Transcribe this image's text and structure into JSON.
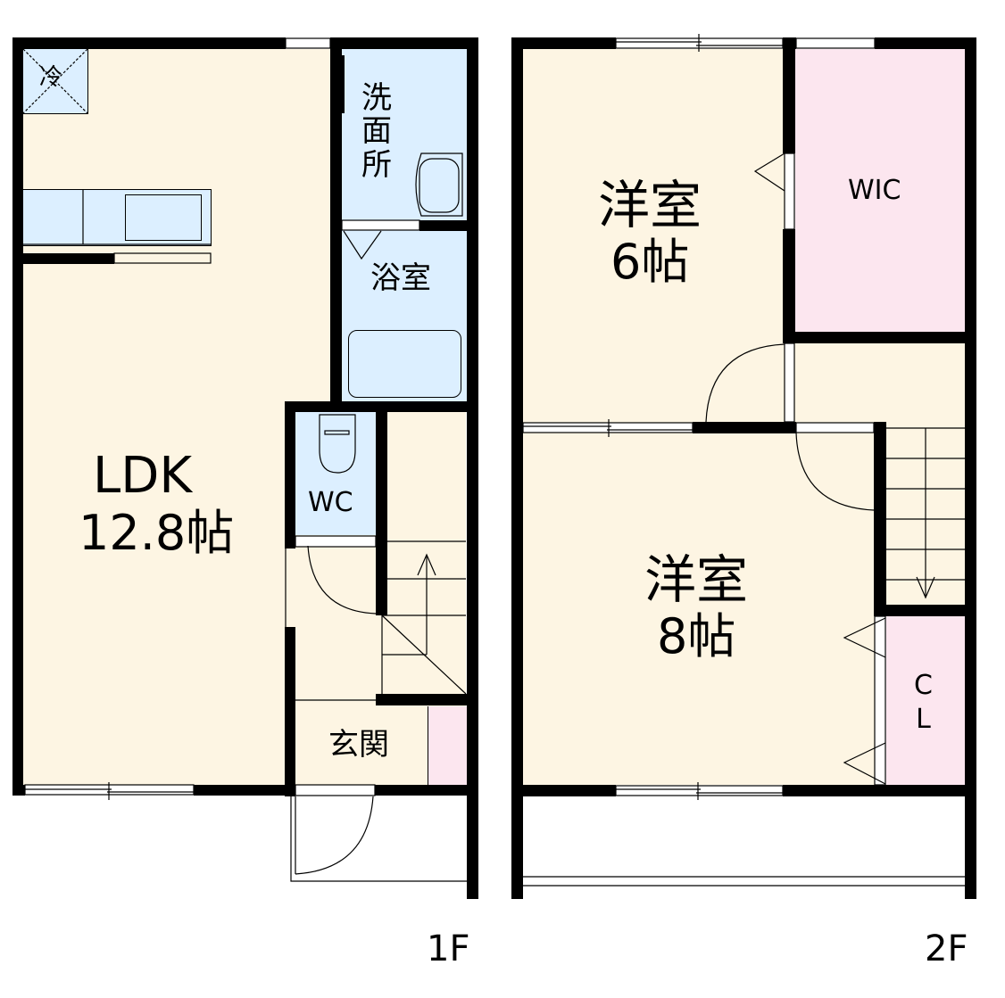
{
  "floorplan": {
    "colors": {
      "floor": "#fdf5e3",
      "wet_area": "#dcefff",
      "storage": "#fce6ef",
      "wall": "#000000"
    },
    "floor1": {
      "label": "1F",
      "rooms": {
        "ldk": {
          "name": "LDK",
          "size": "12.8帖"
        },
        "refrigerator": {
          "label": "冷"
        },
        "washroom": {
          "label": "洗\n面\n所"
        },
        "bathroom": {
          "label": "浴室"
        },
        "toilet": {
          "label": "WC"
        },
        "entrance": {
          "label": "玄関"
        }
      }
    },
    "floor2": {
      "label": "2F",
      "rooms": {
        "western6": {
          "name": "洋室",
          "size": "6帖"
        },
        "wic": {
          "label": "WIC"
        },
        "western8": {
          "name": "洋室",
          "size": "8帖"
        },
        "closet": {
          "label": "C\nL"
        }
      }
    }
  }
}
